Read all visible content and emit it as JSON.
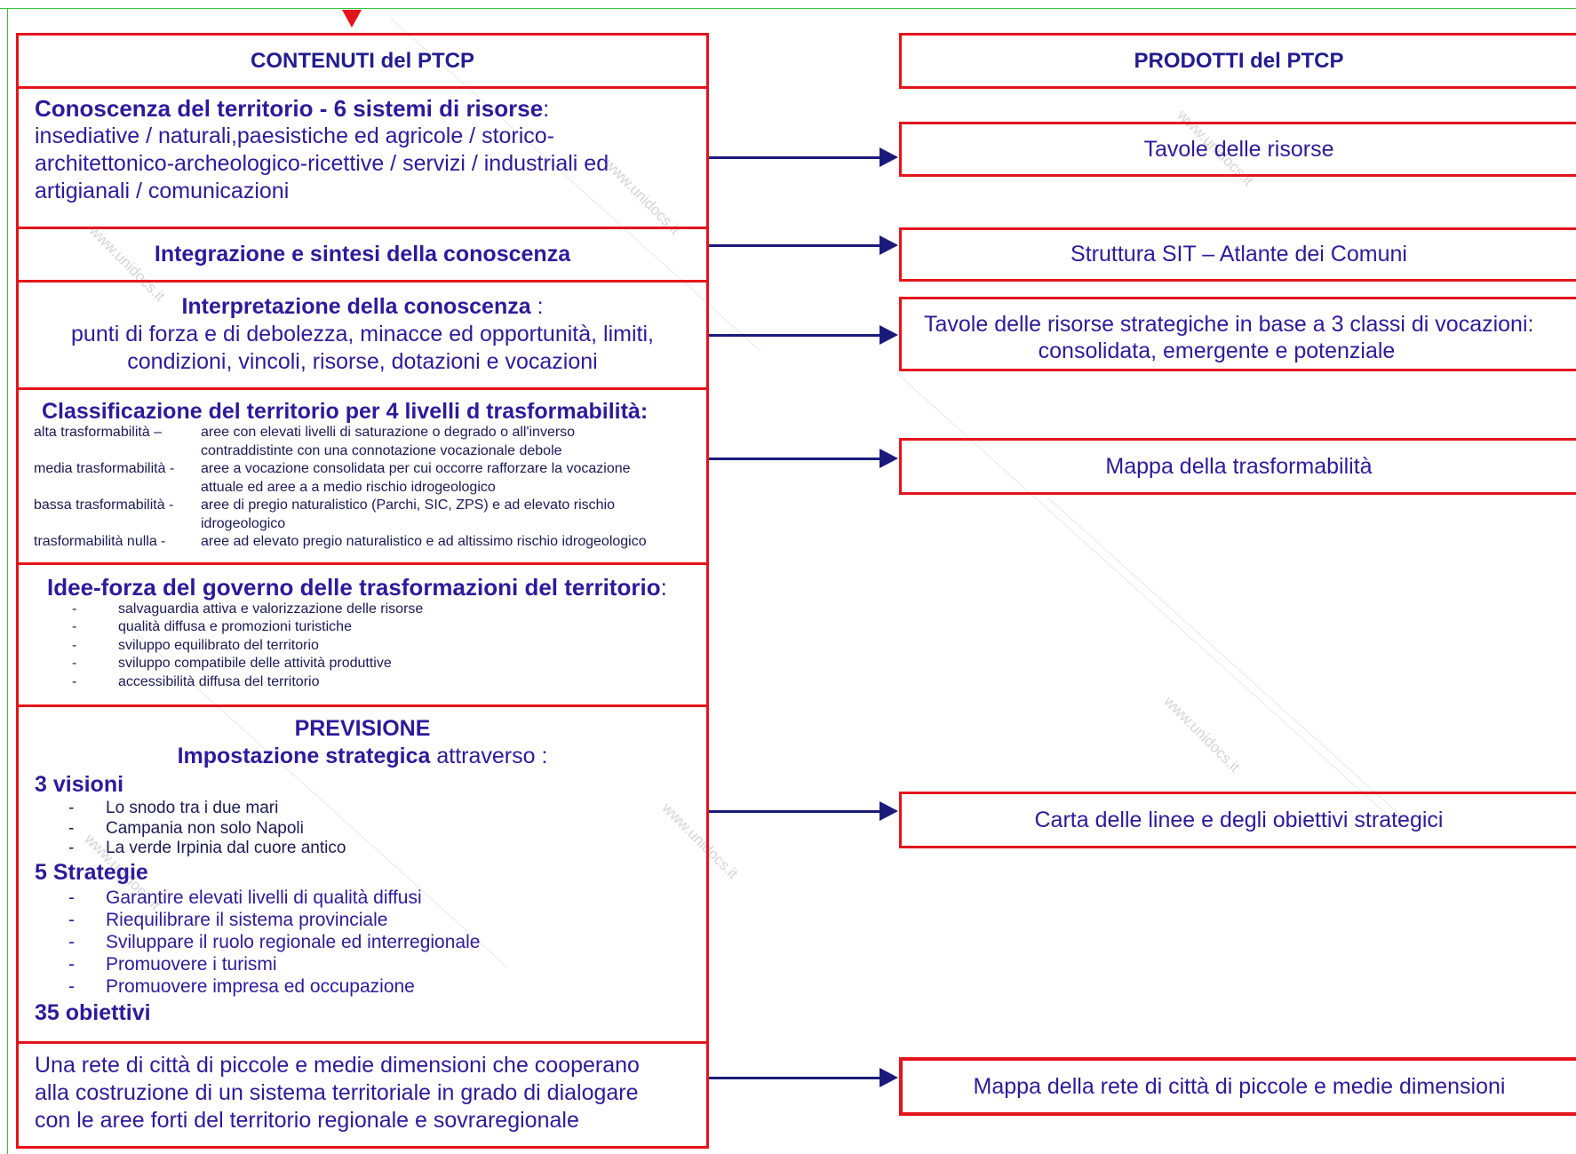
{
  "left_header": "CONTENUTI del PTCP",
  "right_header": "PRODOTTI del PTCP",
  "watermark": "www.unidocs.it",
  "left": {
    "conoscenza": {
      "title": "Conoscenza del territorio - 6 sistemi di risorse",
      "title_suffix": ":",
      "line1": "insediative  /  naturali,paesistiche ed agricole / storico-",
      "line2": "architettonico-archeologico-ricettive  /  servizi  /  industriali ed",
      "line3": "artigianali  / comunicazioni"
    },
    "integrazione": "Integrazione e sintesi della conoscenza",
    "interpretazione": {
      "title": "Interpretazione della conoscenza",
      "title_suffix": " :",
      "line1": "punti di forza e di debolezza, minacce ed opportunità, limiti,",
      "line2": "condizioni, vincoli, risorse, dotazioni e vocazioni"
    },
    "classificazione": {
      "title": "Classificazione del territorio per 4 livelli d trasformabilità:",
      "rows": [
        {
          "label": "alta trasformabilità –",
          "text": "aree con elevati livelli di saturazione o degrado o all'inverso"
        },
        {
          "label": "",
          "text": "contraddistinte con una connotazione vocazionale debole"
        },
        {
          "label": "media trasformabilità -",
          "text": "aree a vocazione consolidata per cui occorre rafforzare la vocazione"
        },
        {
          "label": "",
          "text": "attuale ed aree a a medio rischio idrogeologico"
        },
        {
          "label": "bassa trasformabilità -",
          "text": "aree di pregio naturalistico (Parchi, SIC, ZPS) e ad elevato rischio"
        },
        {
          "label": "",
          "text": "idrogeologico"
        },
        {
          "label": "trasformabilità nulla  -",
          "text": "aree ad elevato pregio naturalistico e ad altissimo rischio idrogeologico"
        }
      ]
    },
    "idee": {
      "title": "Idee-forza del governo delle trasformazioni del territorio",
      "title_suffix": ":",
      "items": [
        "salvaguardia attiva e valorizzazione delle risorse",
        "qualità diffusa e promozioni turistiche",
        "sviluppo equilibrato del territorio",
        "sviluppo compatibile delle attività produttive",
        "accessibilità diffusa del territorio"
      ]
    },
    "previsione": {
      "title": "PREVISIONE",
      "subtitle_bold": "Impostazione strategica",
      "subtitle_rest": " attraverso :",
      "visioni_title": "3 visioni",
      "visioni": [
        "Lo snodo tra i due mari",
        "Campania non solo Napoli",
        "La verde Irpinia dal cuore antico"
      ],
      "strategie_title": "5 Strategie",
      "strategie": [
        "Garantire elevati livelli di qualità diffusi",
        "Riequilibrare il sistema provinciale",
        "Sviluppare il ruolo regionale ed interregionale",
        "Promuovere i turismi",
        "Promuovere impresa ed occupazione"
      ],
      "obiettivi": "35 obiettivi"
    },
    "rete": {
      "line1": "Una rete di città di piccole e medie dimensioni che cooperano",
      "line2": "alla costruzione di un sistema territoriale in grado di dialogare",
      "line3": "con le aree forti del territorio regionale e sovraregionale"
    }
  },
  "right": {
    "tavole": "Tavole delle risorse",
    "struttura": "Struttura SIT – Atlante dei Comuni",
    "strategiche_line1": "Tavole delle risorse strategiche in base a 3 classi di vocazioni:",
    "strategiche_line2": "consolidata, emergente e potenziale",
    "mappa_trasf": "Mappa della trasformabilità",
    "carta": "Carta delle linee e degli obiettivi strategici",
    "mappa_rete": "Mappa della rete di città di piccole e medie dimensioni"
  },
  "dash": "-"
}
